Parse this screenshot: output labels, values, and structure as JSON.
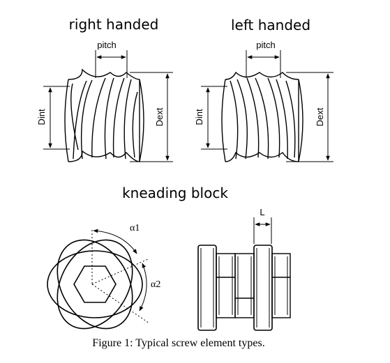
{
  "right_handed": {
    "title": "right handed",
    "pitch_label": "pitch",
    "dint_label": "Dint",
    "dext_label": "Dext"
  },
  "left_handed": {
    "title": "left handed",
    "pitch_label": "pitch",
    "dint_label": "Dint",
    "dext_label": "Dext"
  },
  "kneading_block": {
    "title": "kneading block",
    "alpha1_label": "α1",
    "alpha2_label": "α2",
    "length_label": "L"
  },
  "caption": "Figure 1: Typical screw element types."
}
